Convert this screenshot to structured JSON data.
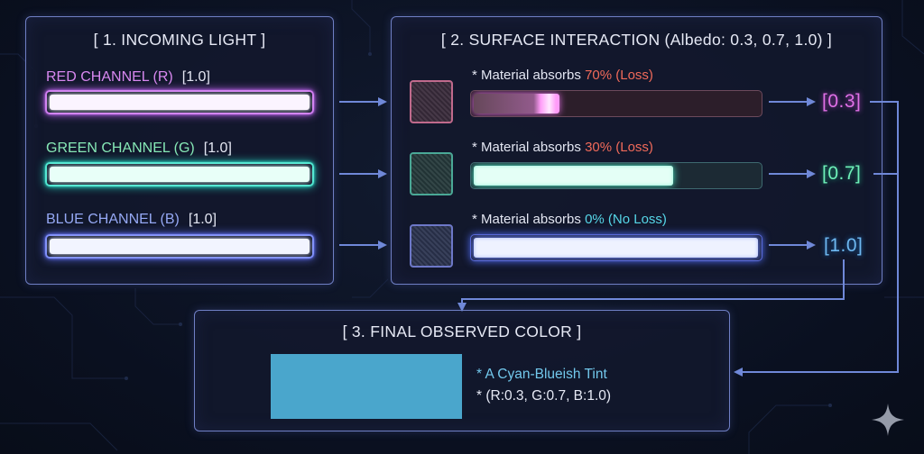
{
  "panel1": {
    "title": "[ 1. INCOMING LIGHT ]",
    "channels": [
      {
        "name": "RED CHANNEL (R)",
        "value": "[1.0]"
      },
      {
        "name": "GREEN CHANNEL (G)",
        "value": "[1.0]"
      },
      {
        "name": "BLUE CHANNEL (B)",
        "value": "[1.0]"
      }
    ]
  },
  "panel2": {
    "title": "[ 2. SURFACE INTERACTION (Albedo: 0.3, 0.7, 1.0) ]",
    "rows": [
      {
        "note_prefix": "* Material absorbs ",
        "loss": "70% (Loss)",
        "output": "[0.3]",
        "level": 0.3
      },
      {
        "note_prefix": "* Material absorbs ",
        "loss": "30% (Loss)",
        "output": "[0.7]",
        "level": 0.7
      },
      {
        "note_prefix": "* Material absorbs ",
        "loss": "0% (No Loss)",
        "output": "[1.0]",
        "level": 1.0
      }
    ]
  },
  "panel3": {
    "title": "[ 3. FINAL OBSERVED COLOR ]",
    "color": "#4aa6cc",
    "note1": "* A Cyan-Blueish Tint",
    "note2": "* (R:0.3, G:0.7, B:1.0)"
  },
  "colors": {
    "red": "#d888f0",
    "green": "#86e8b6",
    "blue": "#95a8f4",
    "arrow": "#6f88d8",
    "loss": "#f06a5a"
  },
  "icons": {
    "watermark": "sparkle-icon"
  }
}
